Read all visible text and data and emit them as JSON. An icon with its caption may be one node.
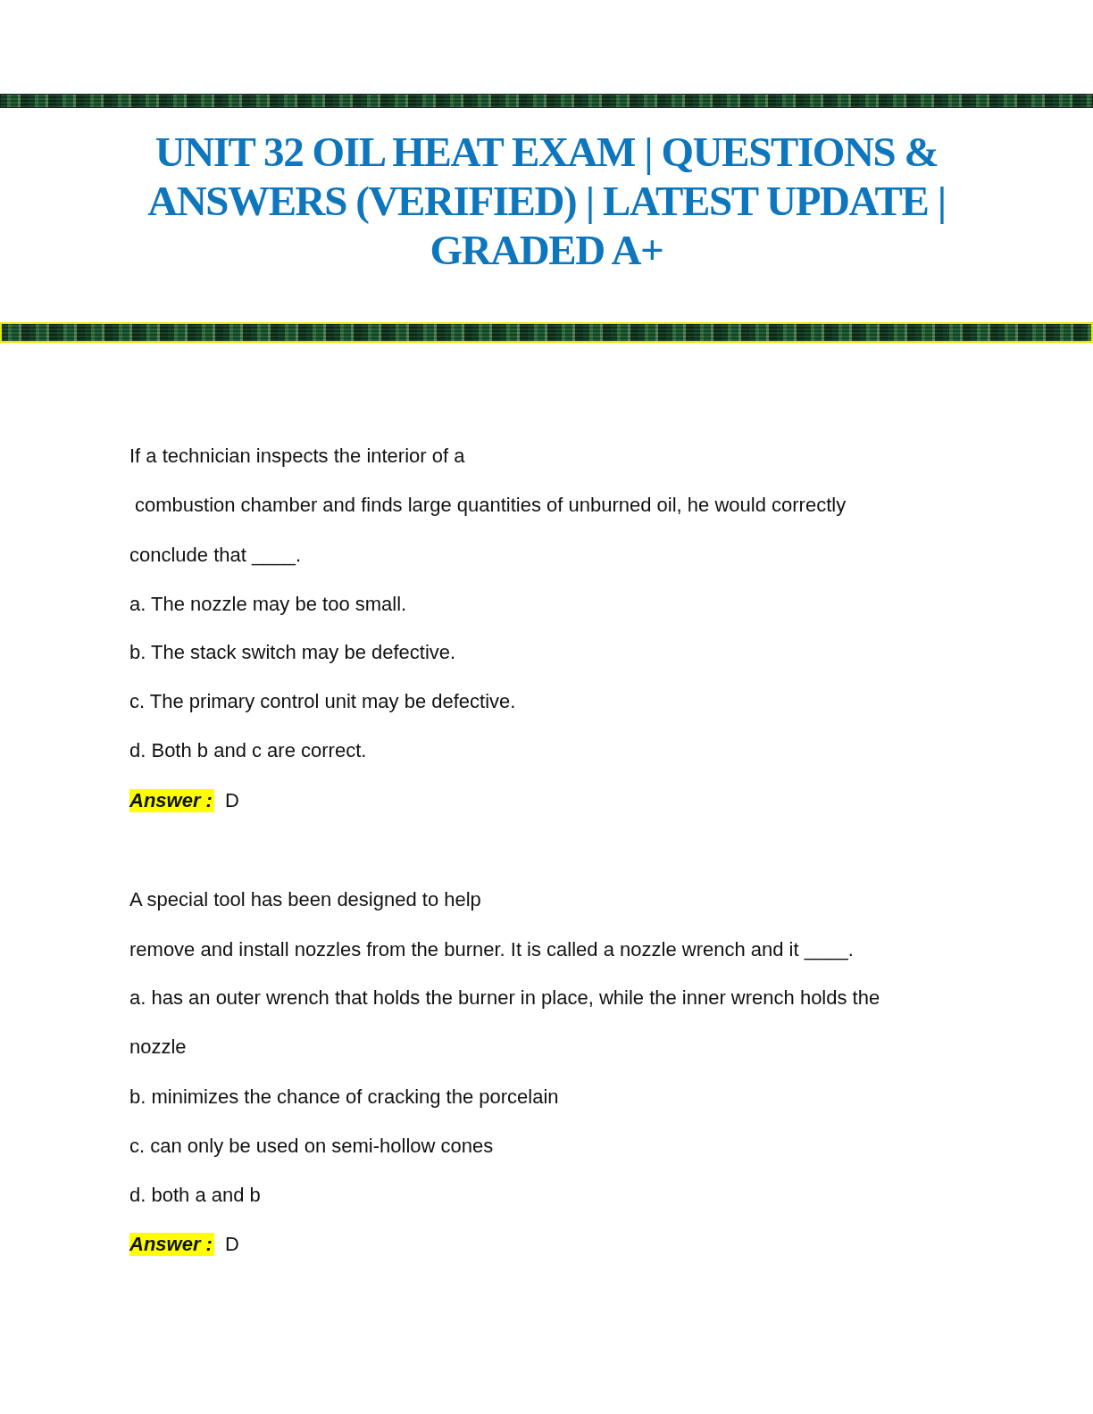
{
  "diagram": {
    "title": "UNIT 32 OIL HEAT EXAM | QUESTIONS & ANSWERS (VERIFIED) | LATEST UPDATE | GRADED A+",
    "labels": [
      "If a technician inspects the interior of a",
      "combustion chamber and finds large quantities of unburned oil, he would correctly",
      "conclude that ____.",
      "a. The nozzle may be too small.",
      "b. The stack switch may be defective.",
      "c. The primary control unit may be defective.",
      "d. Both b and c are correct.",
      "Answer :",
      "D",
      "A special tool has been designed to help",
      "remove and install nozzles from the burner. It is called a nozzle wrench and it ____.",
      "a. has an outer wrench that holds the burner in place, while the inner wrench holds the",
      "nozzle",
      "b. minimizes the chance of cracking the porcelain",
      "c. can only be used on semi-hollow cones",
      "d. both a and b",
      "Answer :",
      "D"
    ]
  }
}
